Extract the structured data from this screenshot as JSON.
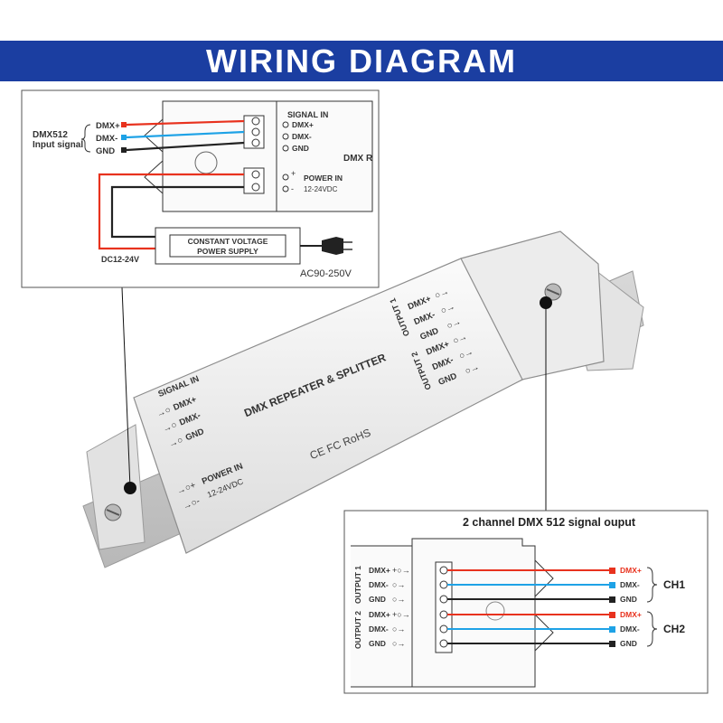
{
  "banner": {
    "title": "WIRING DIAGRAM",
    "color": "#1b3ea1"
  },
  "colors": {
    "red": "#e8321e",
    "blue": "#1ea2e6",
    "black": "#222222"
  },
  "input_panel": {
    "source_label": [
      "DMX512",
      "Input signal"
    ],
    "wire_labels": [
      "DMX+",
      "DMX-",
      "GND"
    ],
    "signal_in_title": "SIGNAL IN",
    "device_label": "DMX R",
    "power_in_label": "POWER IN",
    "power_voltage": "12-24VDC",
    "psu_label": [
      "CONSTANT VOLTAGE",
      "POWER SUPPLY"
    ],
    "dc_label": "DC12-24V",
    "ac_label": "AC90-250V"
  },
  "device": {
    "name": "DMX REPEATER & SPLITTER",
    "signal_in_title": "SIGNAL IN",
    "signal_terminals": [
      "DMX+",
      "DMX-",
      "GND"
    ],
    "power_in_label": "POWER IN",
    "power_voltage": "12-24VDC",
    "certifications": "CE FC RoHS",
    "output1_title": "OUTPUT 1",
    "output2_title": "OUTPUT 2",
    "output_terminals": [
      "DMX+",
      "DMX-",
      "GND",
      "DMX+",
      "DMX-",
      "GND"
    ]
  },
  "output_panel": {
    "title": "2 channel DMX 512 signal ouput",
    "group1_title": "OUTPUT 1",
    "group2_title": "OUTPUT 2",
    "left_labels": [
      "DMX+",
      "DMX-",
      "GND",
      "DMX+",
      "DMX-",
      "GND"
    ],
    "right_labels": [
      "DMX+",
      "DMX-",
      "GND",
      "DMX+",
      "DMX-",
      "GND"
    ],
    "channel1": "CH1",
    "channel2": "CH2"
  }
}
